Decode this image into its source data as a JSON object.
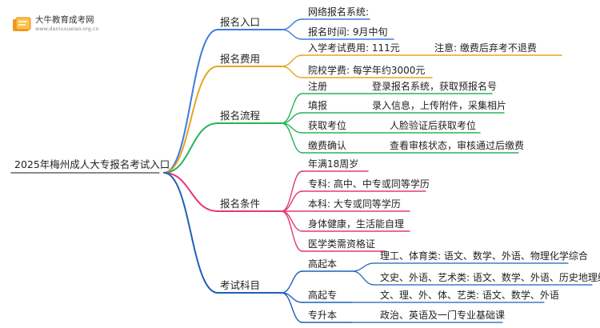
{
  "brand": {
    "name": "大牛教育成考网",
    "url": "www.daniuxueiao.org.cn"
  },
  "root": "2025年梅州成人大专报名考试入口",
  "colors": {
    "reg": "#3b7ddb",
    "fee": "#e8a321",
    "flow": "#28b45a",
    "cond": "#e3387a",
    "exam": "#1e5fb8"
  },
  "branches": [
    {
      "label": "报名入口",
      "color": "reg",
      "items": [
        {
          "label": "网络报名系统:"
        },
        {
          "label": "报名时间: 9月中旬"
        }
      ]
    },
    {
      "label": "报名费用",
      "color": "fee",
      "items": [
        {
          "label": "入学考试费用: 111元",
          "note": "注意: 缴费后弃考不退费"
        },
        {
          "label": "院校学费: 每学年约3000元"
        }
      ]
    },
    {
      "label": "报名流程",
      "color": "flow",
      "items": [
        {
          "label": "注册",
          "note": "登录报名系统，获取预报名号"
        },
        {
          "label": "填报",
          "note": "录入信息，上传附件，采集相片"
        },
        {
          "label": "获取考位",
          "note": "人脸验证后获取考位"
        },
        {
          "label": "缴费确认",
          "note": "查看审核状态，审核通过后缴费"
        }
      ]
    },
    {
      "label": "报名条件",
      "color": "cond",
      "items": [
        {
          "label": "年满18周岁"
        },
        {
          "label": "专科: 高中、中专或同等学历"
        },
        {
          "label": "本科: 大专或同等学历"
        },
        {
          "label": "身体健康，生活能自理"
        },
        {
          "label": "医学类需资格证"
        }
      ]
    },
    {
      "label": "考试科目",
      "color": "exam",
      "items": [
        {
          "label": "高起本",
          "subs": [
            "理工、体育类: 语文、数学、外语、物理化学综合",
            "文史、外语、艺术类: 语文、数学、外语、历史地理综合"
          ]
        },
        {
          "label": "高起专",
          "subs": [
            "文、理、外、体、艺类: 语文、数学、外语"
          ]
        },
        {
          "label": "专升本",
          "subs": [
            "政治、英语及一门专业基础课"
          ]
        }
      ]
    }
  ]
}
